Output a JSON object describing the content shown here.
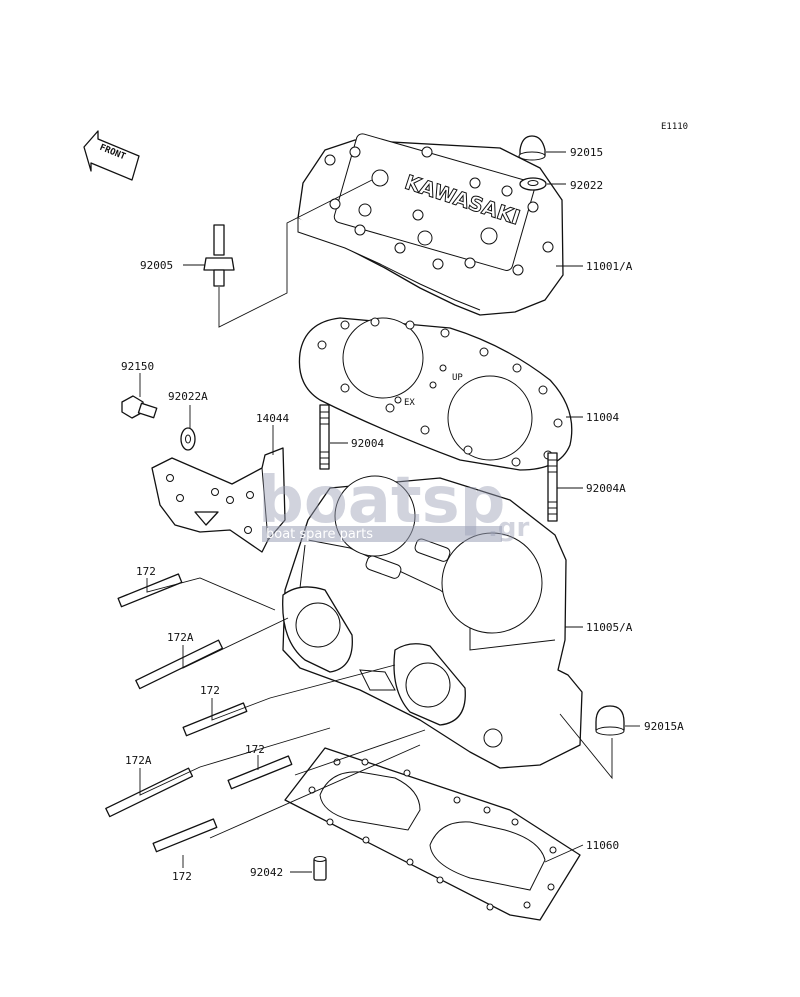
{
  "diagram_code": "E1110",
  "front_label": "FRONT",
  "cylinder_head_text": "KAWASAKI",
  "gasket_marks": {
    "up": "UP",
    "ex": "EX"
  },
  "watermark": {
    "brand": "boatsp",
    "suffix": ".gr",
    "tagline": "boat spare parts"
  },
  "parts": [
    {
      "id": "p-92015",
      "number": "92015"
    },
    {
      "id": "p-92022",
      "number": "92022"
    },
    {
      "id": "p-92005",
      "number": "92005"
    },
    {
      "id": "p-11001A",
      "number": "11001/A"
    },
    {
      "id": "p-11004",
      "number": "11004"
    },
    {
      "id": "p-92150",
      "number": "92150"
    },
    {
      "id": "p-92022A",
      "number": "92022A"
    },
    {
      "id": "p-14044",
      "number": "14044"
    },
    {
      "id": "p-92004",
      "number": "92004"
    },
    {
      "id": "p-92004A",
      "number": "92004A"
    },
    {
      "id": "p-172-a",
      "number": "172"
    },
    {
      "id": "p-11005A",
      "number": "11005/A"
    },
    {
      "id": "p-172A-a",
      "number": "172A"
    },
    {
      "id": "p-172-b",
      "number": "172"
    },
    {
      "id": "p-92015A",
      "number": "92015A"
    },
    {
      "id": "p-172A-b",
      "number": "172A"
    },
    {
      "id": "p-172-c",
      "number": "172"
    },
    {
      "id": "p-11060",
      "number": "11060"
    },
    {
      "id": "p-92042",
      "number": "92042"
    },
    {
      "id": "p-172-d",
      "number": "172"
    }
  ]
}
